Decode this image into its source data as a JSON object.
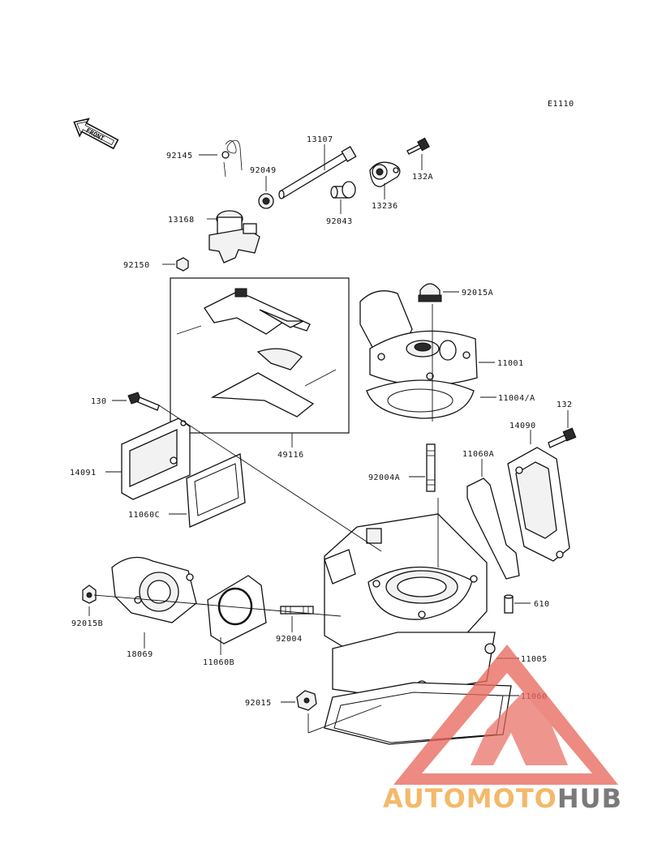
{
  "figure_code": "E1110",
  "front_label": "FRONT",
  "parts": [
    {
      "id": "92145",
      "label": "92145"
    },
    {
      "id": "13107",
      "label": "13107"
    },
    {
      "id": "92049",
      "label": "92049"
    },
    {
      "id": "132A",
      "label": "132A"
    },
    {
      "id": "13236",
      "label": "13236"
    },
    {
      "id": "92043",
      "label": "92043"
    },
    {
      "id": "13168",
      "label": "13168"
    },
    {
      "id": "92150",
      "label": "92150"
    },
    {
      "id": "92015A",
      "label": "92015A"
    },
    {
      "id": "11001",
      "label": "11001"
    },
    {
      "id": "11004A",
      "label": "11004/A"
    },
    {
      "id": "130",
      "label": "130"
    },
    {
      "id": "132",
      "label": "132"
    },
    {
      "id": "14090",
      "label": "14090"
    },
    {
      "id": "14091",
      "label": "14091"
    },
    {
      "id": "11060A",
      "label": "11060A"
    },
    {
      "id": "92004A",
      "label": "92004A"
    },
    {
      "id": "11060C",
      "label": "11060C"
    },
    {
      "id": "49116",
      "label": "49116"
    },
    {
      "id": "610",
      "label": "610"
    },
    {
      "id": "92015B",
      "label": "92015B"
    },
    {
      "id": "92004",
      "label": "92004"
    },
    {
      "id": "18069",
      "label": "18069"
    },
    {
      "id": "11060B",
      "label": "11060B"
    },
    {
      "id": "11005",
      "label": "11005"
    },
    {
      "id": "92015",
      "label": "92015"
    },
    {
      "id": "11060",
      "label": "11060"
    }
  ],
  "watermark": {
    "part1": "AUTOMOTO",
    "part2": "HUB"
  },
  "colors": {
    "watermark_red": "#e86a5e",
    "watermark_orange": "#f2a640",
    "watermark_gray": "#555555",
    "ink": "#111111"
  }
}
